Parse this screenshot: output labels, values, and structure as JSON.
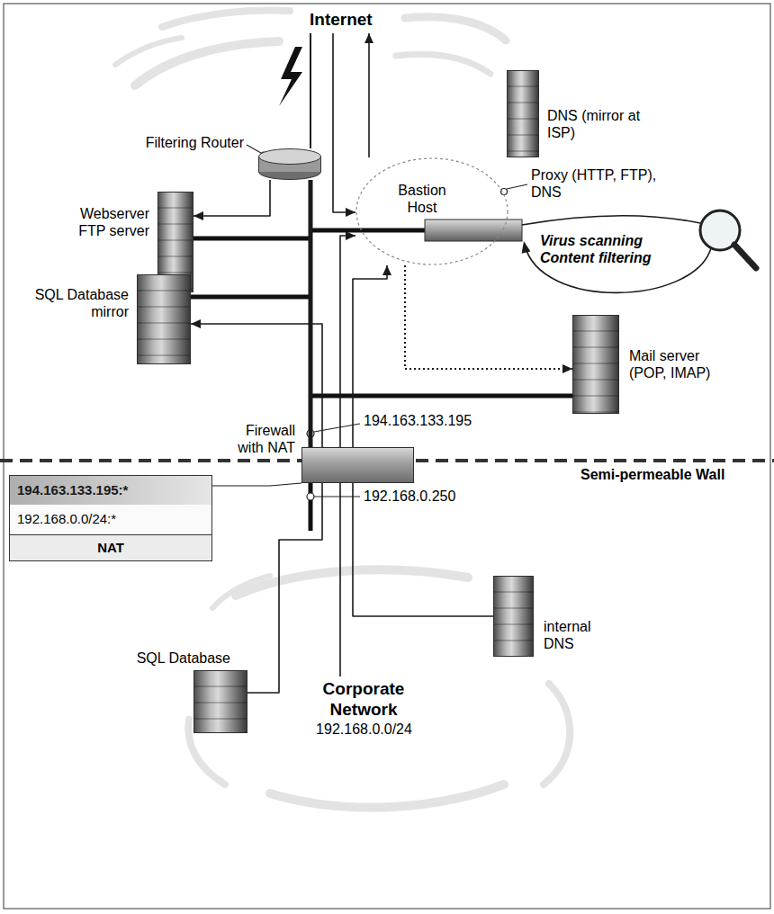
{
  "diagram": {
    "nodes": [
      {
        "text": [
          "Internet"
        ]
      },
      {
        "text": [
          "DNS (mirror at ISP)"
        ]
      },
      {
        "text": [
          "Filtering Router"
        ]
      },
      {
        "text": [
          "Webserver FTP server"
        ]
      },
      {
        "text": [
          "Bastion Host",
          "Proxy (HTTP, FTP), DNS"
        ]
      },
      {
        "text": [
          "SQL Database mirror"
        ]
      },
      {
        "text": [
          "Mail server (POP, IMAP)"
        ]
      },
      {
        "text": [
          "Firewall with NAT"
        ]
      },
      {
        "text": [
          "194.163.133.195:*",
          "192.168.0.0/24:*",
          "NAT"
        ]
      },
      {
        "text": [
          "SQL Database"
        ]
      },
      {
        "text": [
          "Corporate Network",
          "192.168.0.0/24"
        ]
      },
      {
        "text": [
          "internal DNS"
        ]
      }
    ],
    "edges": [
      {
        "from": 0,
        "to": 2,
        "arrow": "none"
      },
      {
        "from": 2,
        "to": 3,
        "arrow": "to"
      },
      {
        "from": 0,
        "to": 4,
        "arrow": "to"
      },
      {
        "from": 4,
        "to": 0,
        "arrow": "to"
      },
      {
        "from": 4,
        "to": 6,
        "arrow": "to"
      },
      {
        "from": 2,
        "to": 7,
        "arrow": "none"
      },
      {
        "from": 8,
        "to": 7,
        "arrow": "none"
      },
      {
        "from": 9,
        "to": 5,
        "arrow": "to"
      },
      {
        "from": 10,
        "to": 4,
        "arrow": "to"
      },
      {
        "from": 11,
        "to": 4,
        "arrow": "to"
      }
    ],
    "labels": [
      "Virus scanning Content filtering",
      "194.163.133.195",
      "Semi-permeable Wall",
      "192.168.0.250"
    ]
  }
}
